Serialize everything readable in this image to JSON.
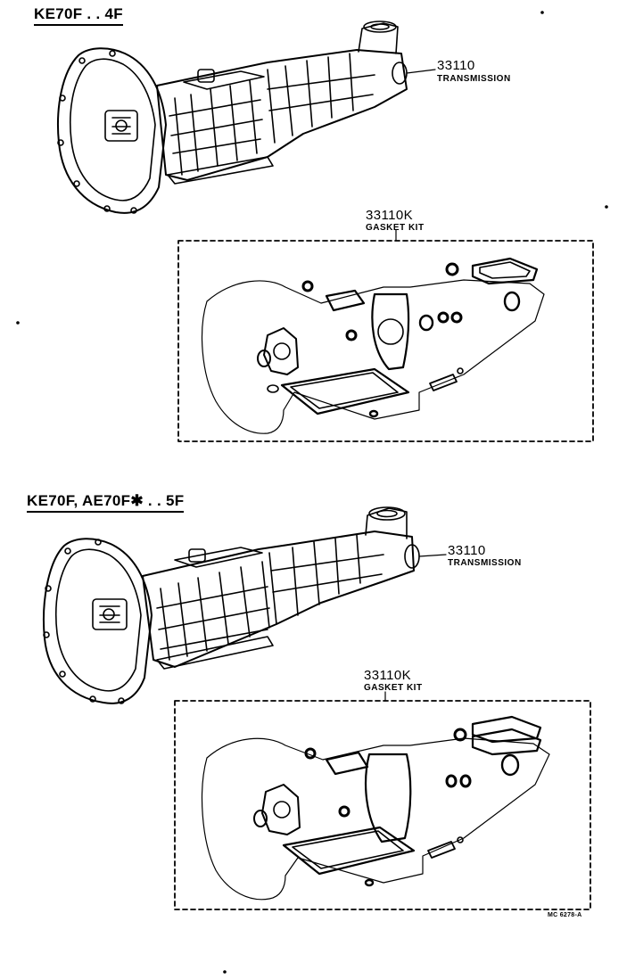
{
  "sections": [
    {
      "title": "KE70F . . 4F",
      "part_number": "33110",
      "part_name": "TRANSMISSION",
      "kit_number": "33110K",
      "kit_name": "GASKET KIT"
    },
    {
      "title": "KE70F, AE70F✱ . . 5F",
      "part_number": "33110",
      "part_name": "TRANSMISSION",
      "kit_number": "33110K",
      "kit_name": "GASKET KIT"
    }
  ],
  "reference": "MC 6278-A"
}
